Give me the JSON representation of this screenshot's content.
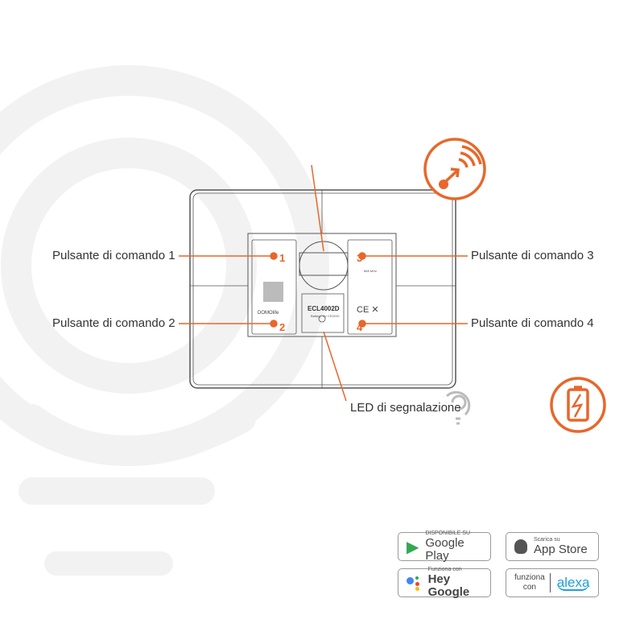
{
  "labels": {
    "button1": "Pulsante di comando 1",
    "button2": "Pulsante di comando 2",
    "button3": "Pulsante di comando 3",
    "button4": "Pulsante di comando 4",
    "led": "LED di segnalazione"
  },
  "device": {
    "model": "ECL4002D",
    "battery": "Battery: 3V CR2032",
    "frequency": "868 MHz",
    "brand": "DOMOlife",
    "numbers": [
      "1",
      "2",
      "3",
      "4"
    ]
  },
  "badges": {
    "google_play": {
      "small": "DISPONIBILE SU",
      "big": "Google Play"
    },
    "app_store": {
      "small": "Scarica su",
      "big": "App Store"
    },
    "hey_google": {
      "small": "Funziona con",
      "big": "Hey Google"
    },
    "alexa": {
      "small1": "funziona",
      "small2": "con",
      "big": "alexa"
    }
  },
  "colors": {
    "accent": "#e8672a",
    "outline": "#555555",
    "background_arcs": "#f2f2f2"
  },
  "icons": [
    "wireless-transmit-icon",
    "battery-charge-icon",
    "led-signal-icon"
  ]
}
